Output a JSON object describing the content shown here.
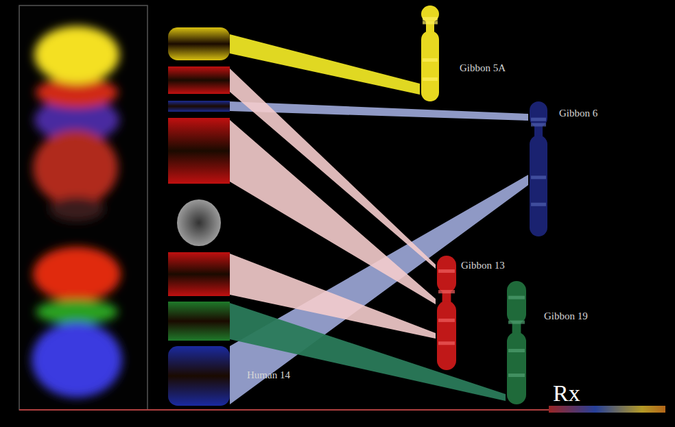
{
  "diagram": {
    "nodes": [
      {
        "text": [
          "Gibbon 5A"
        ]
      },
      {
        "text": [
          "Gibbon 6"
        ]
      },
      {
        "text": [
          "Gibbon 13"
        ]
      },
      {
        "text": [
          "Gibbon 19"
        ]
      },
      {
        "text": [
          "Human 14"
        ]
      }
    ],
    "edges": [
      {
        "from": 4,
        "to": 0,
        "arrow": "none"
      },
      {
        "from": 4,
        "to": 1,
        "arrow": "none"
      },
      {
        "from": 4,
        "to": 2,
        "arrow": "none"
      },
      {
        "from": 4,
        "to": 3,
        "arrow": "none"
      }
    ],
    "labels": [
      "Rx"
    ]
  }
}
